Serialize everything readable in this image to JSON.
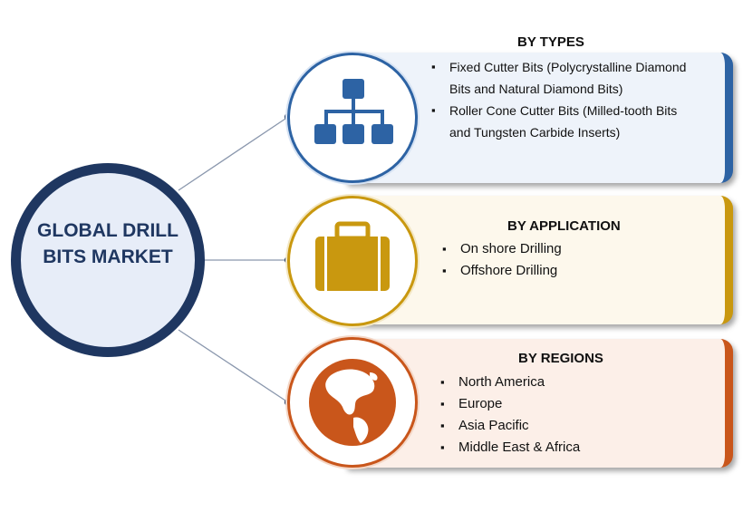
{
  "main_title_line1": "GLOBAL DRILL",
  "main_title_line2": "BITS MARKET",
  "sections": [
    {
      "heading": "BY TYPES",
      "icon": "hierarchy-icon",
      "color": "#2d63a4",
      "items": [
        "Fixed Cutter Bits (Polycrystalline Diamond Bits and Natural Diamond Bits)",
        "Roller Cone Cutter Bits (Milled-tooth Bits and Tungsten Carbide Inserts)"
      ]
    },
    {
      "heading": "BY APPLICATION",
      "icon": "briefcase-icon",
      "color": "#c9980f",
      "items": [
        "On shore Drilling",
        "Offshore Drilling"
      ]
    },
    {
      "heading": "BY REGIONS",
      "icon": "globe-icon",
      "color": "#c9561b",
      "items": [
        "North America",
        "Europe",
        "Asia Pacific",
        "Middle East & Africa"
      ]
    }
  ]
}
